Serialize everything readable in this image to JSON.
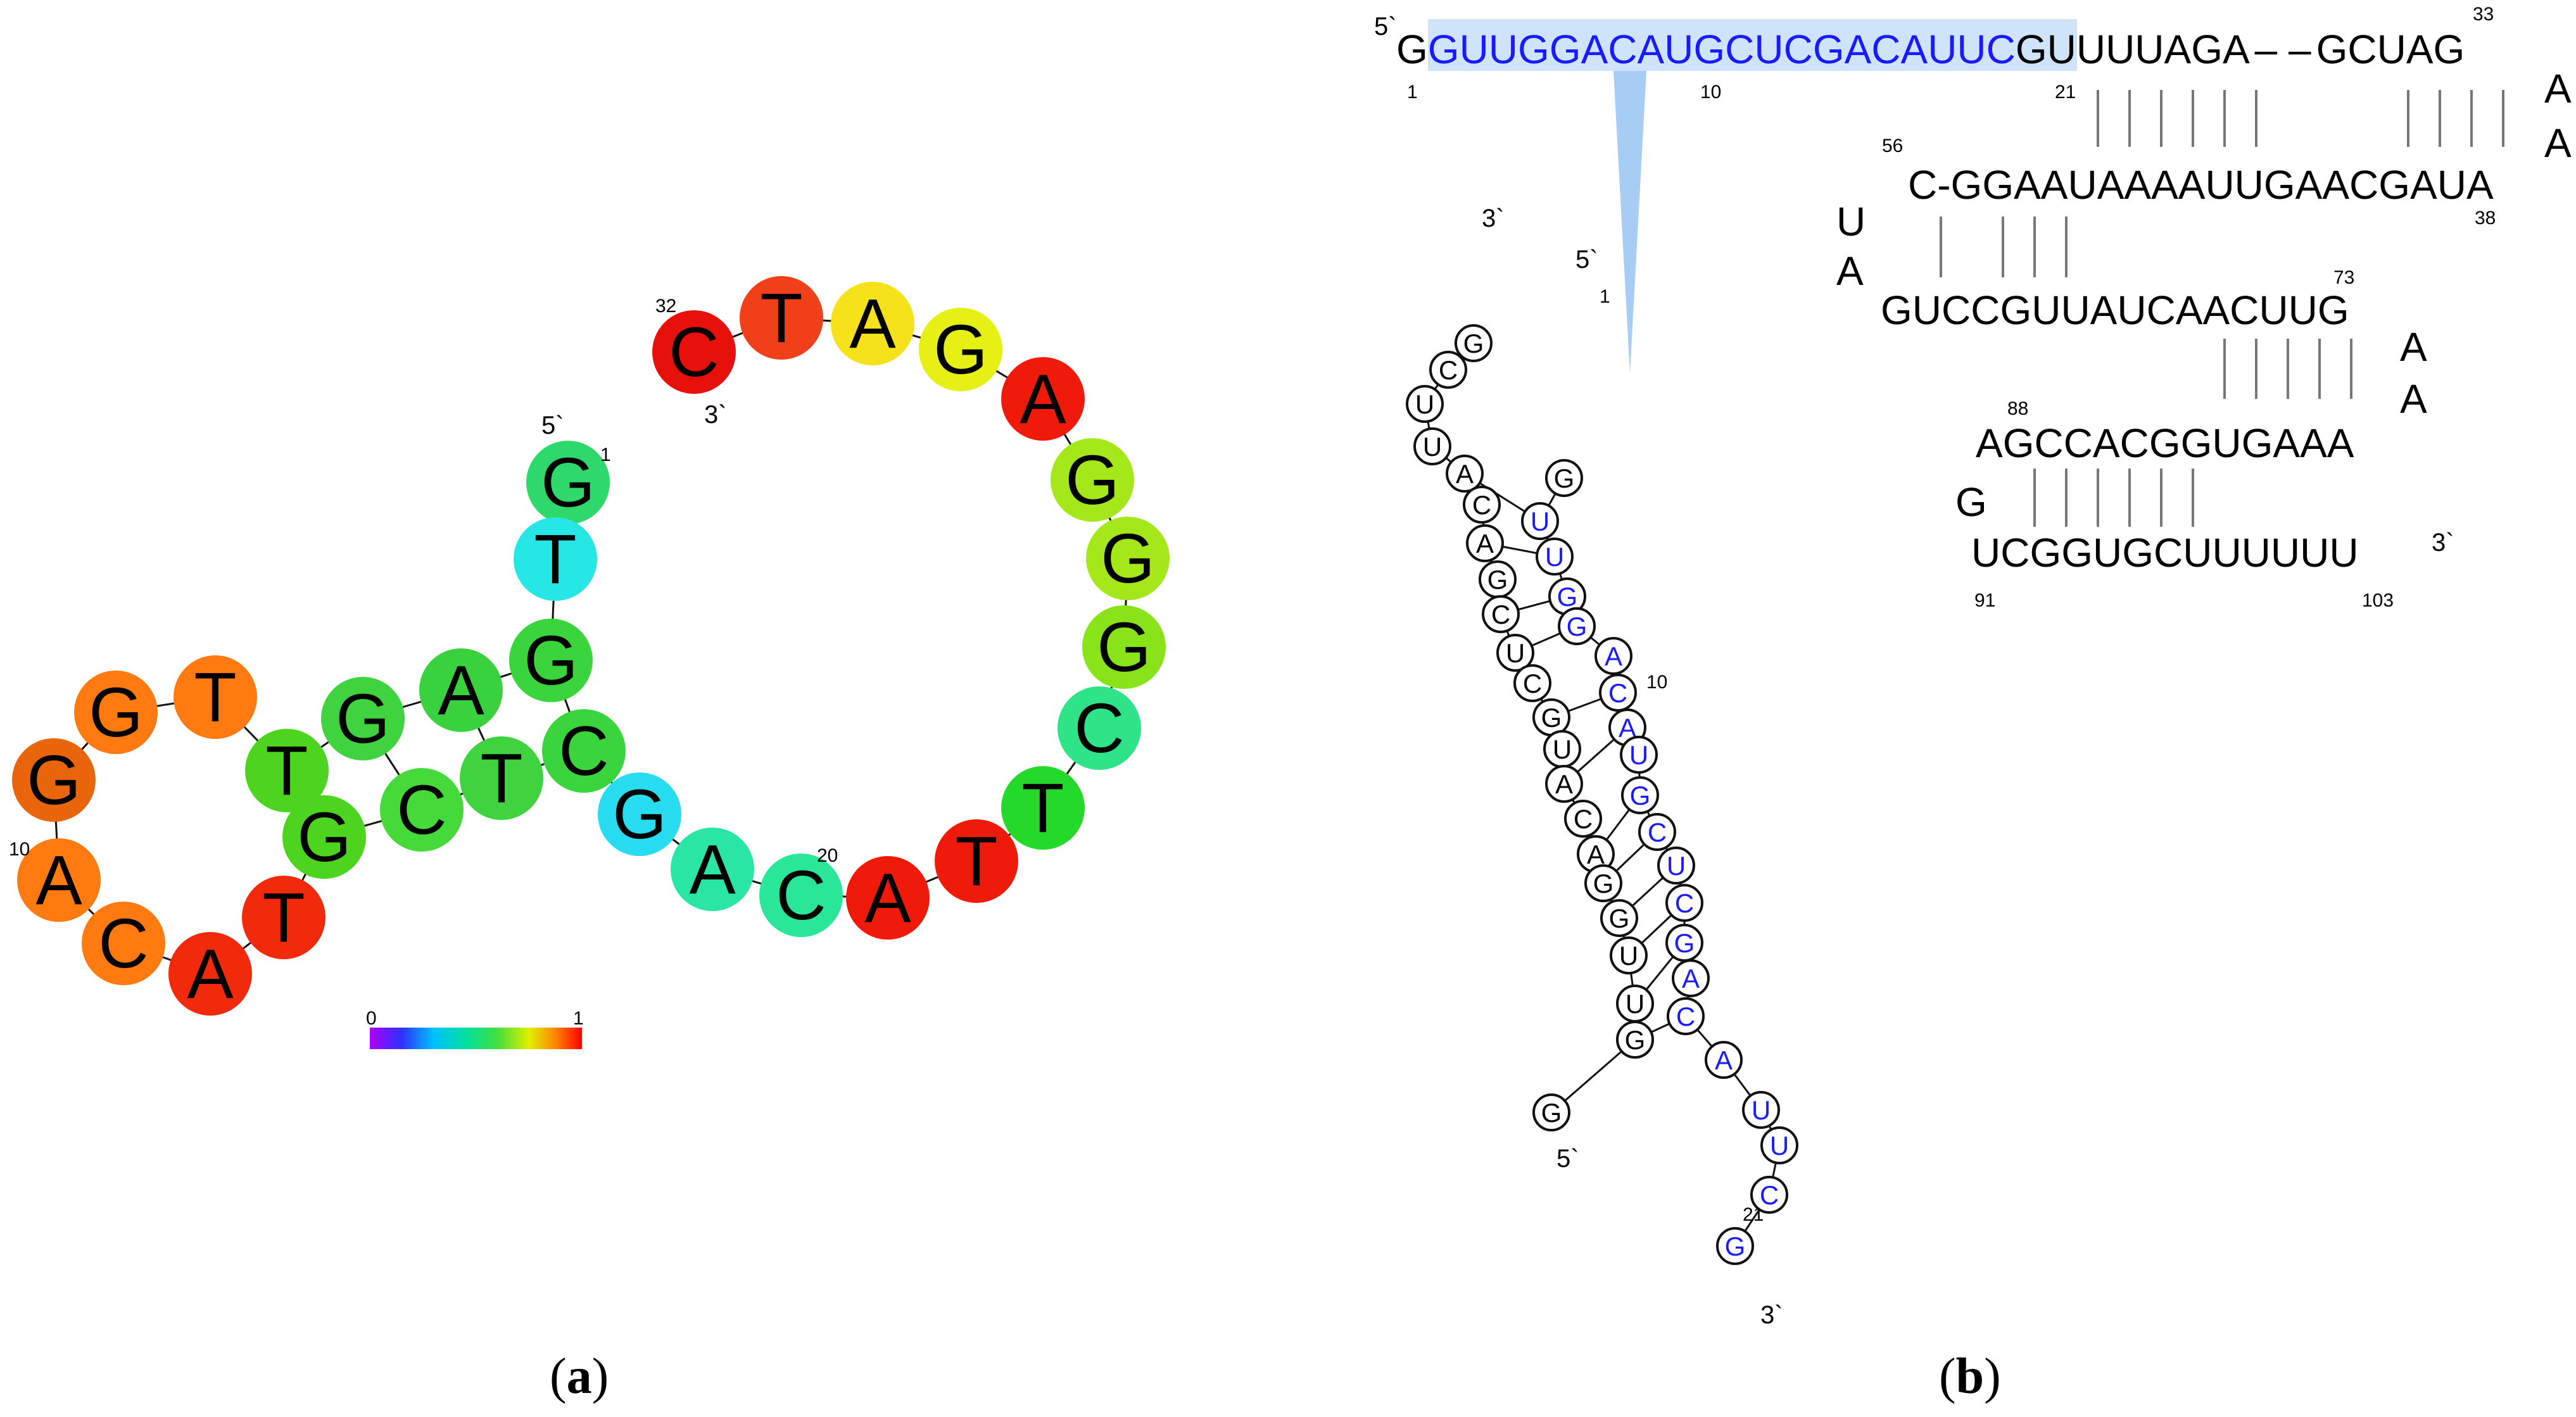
{
  "panel_a": {
    "label": "a",
    "five_prime": "5`",
    "three_prime": "3`",
    "nucleotides": [
      {
        "letter": "G",
        "color": "#2fd86a"
      },
      {
        "letter": "T",
        "color": "#27e6e6"
      },
      {
        "letter": "G",
        "color": "#3ad43c"
      },
      {
        "letter": "A",
        "color": "#39d13d"
      },
      {
        "letter": "G",
        "color": "#3fd33f"
      },
      {
        "letter": "T",
        "color": "#4dd41e"
      },
      {
        "letter": "T",
        "color": "#ff7a10"
      },
      {
        "letter": "G",
        "color": "#ff7a10"
      },
      {
        "letter": "G",
        "color": "#e8650c"
      },
      {
        "letter": "A",
        "color": "#ff7a10"
      },
      {
        "letter": "C",
        "color": "#ff7a10"
      },
      {
        "letter": "A",
        "color": "#f02a0a"
      },
      {
        "letter": "T",
        "color": "#f02a0a"
      },
      {
        "letter": "G",
        "color": "#4dd41e"
      },
      {
        "letter": "C",
        "color": "#45d93a"
      },
      {
        "letter": "T",
        "color": "#3fd33f"
      },
      {
        "letter": "C",
        "color": "#3ad43c"
      },
      {
        "letter": "G",
        "color": "#27dcee"
      },
      {
        "letter": "A",
        "color": "#29e6a5"
      },
      {
        "letter": "C",
        "color": "#29e698"
      },
      {
        "letter": "A",
        "color": "#f01a0a"
      },
      {
        "letter": "T",
        "color": "#f01a0a"
      },
      {
        "letter": "T",
        "color": "#25d92a"
      },
      {
        "letter": "C",
        "color": "#2fe389"
      },
      {
        "letter": "G",
        "color": "#88e419"
      },
      {
        "letter": "G",
        "color": "#a5e81a"
      },
      {
        "letter": "G",
        "color": "#a5e81a"
      },
      {
        "letter": "A",
        "color": "#f01a0a"
      },
      {
        "letter": "G",
        "color": "#e6f015"
      },
      {
        "letter": "A",
        "color": "#f5e21a"
      },
      {
        "letter": "T",
        "color": "#f0401a"
      },
      {
        "letter": "C",
        "color": "#e8100a"
      }
    ],
    "numbers": {
      "n1": "1",
      "n10": "10",
      "n20": "20",
      "n32": "32"
    },
    "scale": {
      "min": "0",
      "max": "1"
    }
  },
  "panel_b": {
    "label": "b",
    "five_prime": "5`",
    "three_prime": "3`",
    "seq_line1_first": "G",
    "seq_line1_highlight": "GUUGGACAUGCUCGACAUUC",
    "seq_line1_rest": "GUUUUAGA",
    "seq_line1_dash": "–  –",
    "seq_line1_end": "GCUAG",
    "nums_line1": {
      "n1": "1",
      "n10": "10",
      "n21": "21",
      "n33": "33"
    },
    "loop1": [
      "A",
      "A"
    ],
    "seq_line2": "C-GGAAUAAAAUUGAACGAUA",
    "nums_line2": {
      "n56": "56",
      "n38": "38"
    },
    "bulge1": [
      "U",
      "A"
    ],
    "seq_line3": "GUCCGUUAUCAACUUG",
    "nums_line3": {
      "n73": "73"
    },
    "loop2": [
      "A",
      "A"
    ],
    "seq_line4": "AGCCACGGUGAAA",
    "nums_line4": {
      "n88": "88"
    },
    "bulge2": "G",
    "seq_line5": "UCGGUGCUUUUUU",
    "nums_line5": {
      "n91": "91",
      "n103": "103"
    },
    "hairpin_left": [
      "G",
      "C",
      "U",
      "U",
      "A",
      "C",
      "A",
      "G",
      "C",
      "U",
      "C",
      "G",
      "U",
      "A",
      "C",
      "A",
      "G",
      "G",
      "U",
      "U",
      "G"
    ],
    "hairpin_right": [
      "G",
      "U",
      "U",
      "G",
      "G",
      "A",
      "C",
      "A",
      "U",
      "G",
      "C",
      "U",
      "C",
      "G",
      "A",
      "C",
      "A",
      "U",
      "U",
      "C",
      "G"
    ],
    "hairpin_nums": {
      "n1": "1",
      "n10": "10",
      "n21": "21"
    },
    "colors": {
      "guide": "#1a1aff",
      "highlight": "#cfe4fb",
      "pair_line": "#777777"
    }
  }
}
